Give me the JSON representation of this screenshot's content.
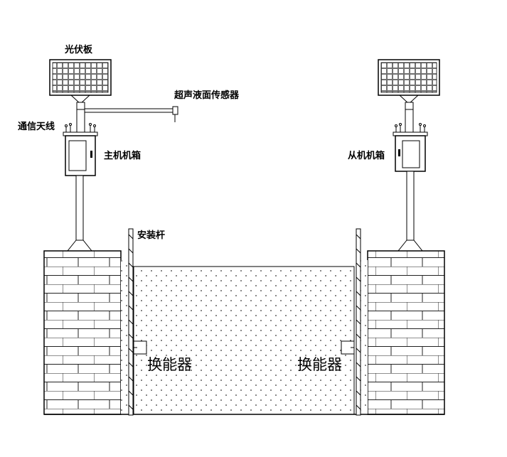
{
  "labels": {
    "solar_panel": "光伏板",
    "ultrasonic_sensor": "超声液面传感器",
    "antenna": "通信天线",
    "main_box": "主机机箱",
    "slave_box": "从机机箱",
    "mounting_rod": "安装杆",
    "transducer_left": "换能器",
    "transducer_right": "换能器"
  }
}
